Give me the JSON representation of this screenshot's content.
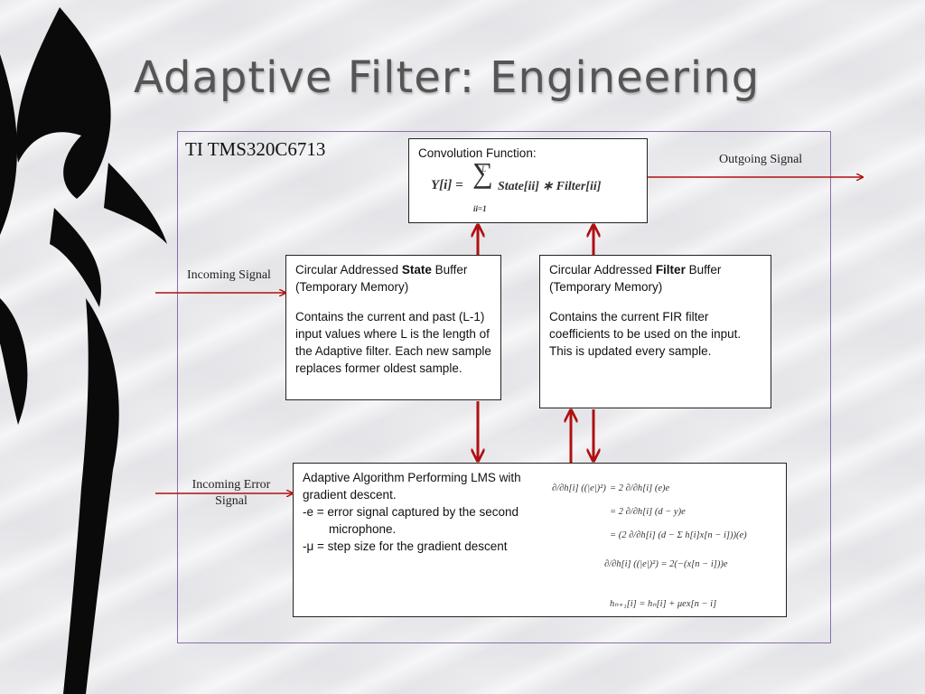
{
  "slide": {
    "title": "Adaptive Filter: Engineering",
    "chip_label": "TI TMS320C6713"
  },
  "signals": {
    "outgoing": "Outgoing Signal",
    "incoming": "Incoming Signal",
    "incoming_error_line1": "Incoming Error",
    "incoming_error_line2": "Signal"
  },
  "convolution": {
    "heading": "Convolution Function:",
    "formula_lhs": "Y[i] =",
    "formula_sum_upper": "L",
    "formula_sum_lower": "ii=1",
    "formula_rhs": "State[ii] ∗ Filter[ii]"
  },
  "state_buffer": {
    "title_prefix": "Circular Addressed ",
    "title_bold": "State",
    "title_suffix": " Buffer",
    "subtitle": "(Temporary Memory)",
    "body": "Contains the current and past (L-1) input values where L is the length of the Adaptive filter. Each new sample replaces former oldest sample."
  },
  "filter_buffer": {
    "title_prefix": "Circular Addressed ",
    "title_bold": "Filter",
    "title_suffix": " Buffer",
    "subtitle": "(Temporary Memory)",
    "body": "Contains the current FIR filter coefficients to be used on the input. This is updated every sample."
  },
  "lms": {
    "line1": "Adaptive Algorithm Performing LMS with gradient descent.",
    "line2": "-e = error signal captured by the second",
    "line3": "microphone.",
    "line4": "-μ = step size for the gradient descent",
    "eq1_lhs": "∂/∂h[i] ((|e|)²)",
    "eq1_rhs": "=   2 ∂/∂h[i] (e)e",
    "eq2_rhs": "=   2 ∂/∂h[i] (d − y)e",
    "eq3_rhs": "=   (2 ∂/∂h[i] (d − Σ h[i]x[n − i]))(e)",
    "eq4": "∂/∂h[i] ((|e|)²) = 2(−(x[n − i]))e",
    "eq5": "hₙ₊₁[i] = hₙ[i] + μex[n − i]"
  },
  "colors": {
    "arrow": "#b01010",
    "frame": "#8a6fa8",
    "title": "#555555"
  }
}
